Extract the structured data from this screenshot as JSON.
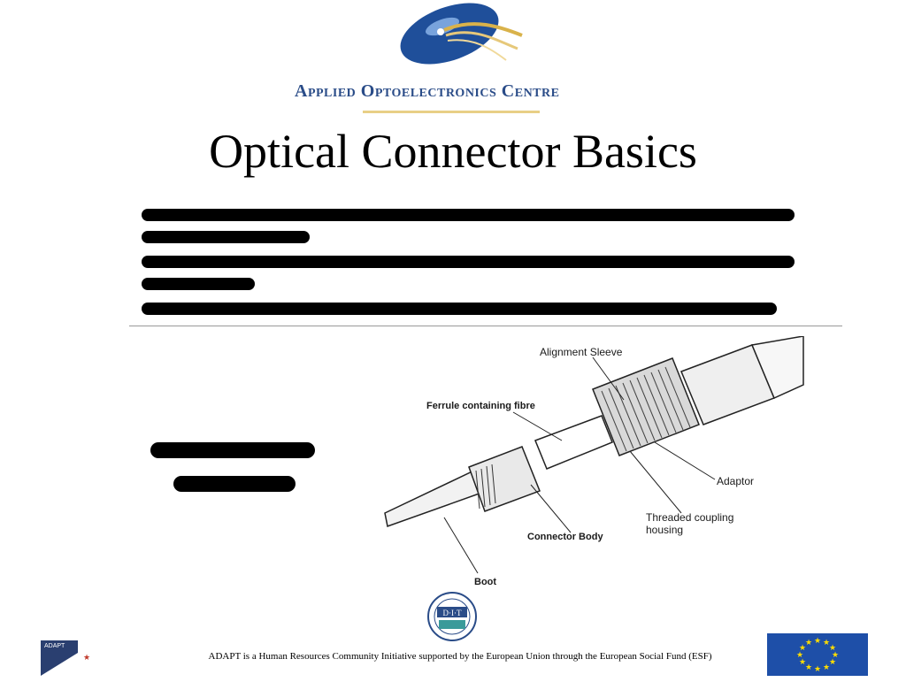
{
  "header": {
    "centre_name": "Applied Optoelectronics Centre"
  },
  "slide": {
    "title": "Optical Connector Basics"
  },
  "diagram": {
    "labels": {
      "alignment_sleeve": "Alignment Sleeve",
      "ferrule": "Ferrule containing fibre",
      "adaptor": "Adaptor",
      "threaded_coupling": "Threaded coupling",
      "housing": "housing",
      "connector_body": "Connector Body",
      "boot": "Boot"
    }
  },
  "footer": {
    "text": "ADAPT is a Human Resources Community Initiative supported by the European Union through the European Social Fund (ESF)",
    "adapt_logo_text": "ADAPT",
    "dit_logo_text": "D·I·T"
  }
}
